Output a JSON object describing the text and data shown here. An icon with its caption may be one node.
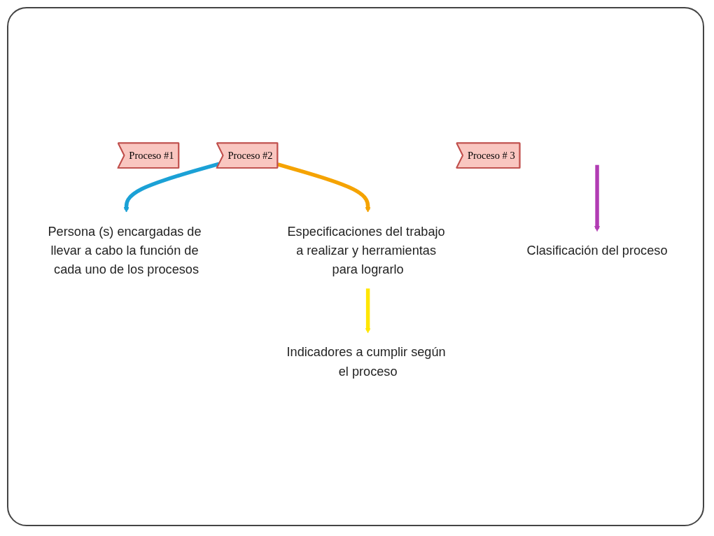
{
  "diagram": {
    "nodes": [
      {
        "text": [
          "Proceso #1"
        ]
      },
      {
        "text": [
          "Proceso #2"
        ]
      },
      {
        "text": [
          "Proceso # 3"
        ]
      },
      {
        "text": [
          "Persona (s) encargadas de llevar a cabo la función de cada uno de los procesos"
        ]
      },
      {
        "text": [
          "Clasificación del proceso"
        ]
      },
      {
        "text": [
          "Especificaciones del trabajo a realizar y herramientas para lograrlo"
        ]
      },
      {
        "text": [
          "Indicadores a cumplir según el proceso"
        ]
      }
    ],
    "edges": [
      {
        "from": 1,
        "to": 3,
        "arrow": "to",
        "color": "#1ba1d6"
      },
      {
        "from": 1,
        "to": 5,
        "arrow": "to",
        "color": "#f5a300"
      },
      {
        "from": 5,
        "to": 6,
        "arrow": "to",
        "color": "#ffe600"
      },
      {
        "from": null,
        "to": 4,
        "arrow": "to",
        "color": "#b13cb3"
      }
    ]
  }
}
